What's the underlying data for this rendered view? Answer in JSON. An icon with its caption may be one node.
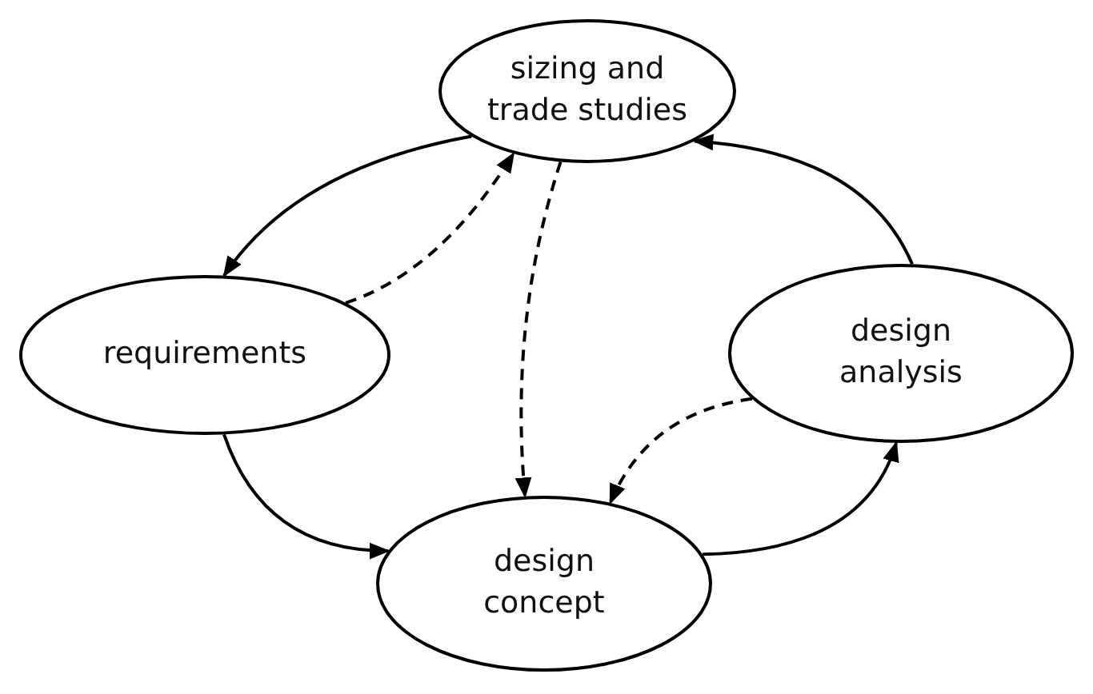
{
  "diagram": {
    "nodes": [
      {
        "text": [
          "sizing and trade studies"
        ]
      },
      {
        "text": [
          "requirements"
        ]
      },
      {
        "text": [
          "design analysis"
        ]
      },
      {
        "text": [
          "design concept"
        ]
      }
    ],
    "edges": [
      {
        "from": 0,
        "to": 1,
        "arrow": "to"
      },
      {
        "from": 1,
        "to": 0,
        "arrow": "to",
        "style": "dashed"
      },
      {
        "from": 0,
        "to": 3,
        "arrow": "to",
        "style": "dashed"
      },
      {
        "from": 2,
        "to": 3,
        "arrow": "to",
        "style": "dashed"
      },
      {
        "from": 1,
        "to": 3,
        "arrow": "to"
      },
      {
        "from": 3,
        "to": 2,
        "arrow": "to"
      },
      {
        "from": 2,
        "to": 0,
        "arrow": "to"
      }
    ]
  }
}
